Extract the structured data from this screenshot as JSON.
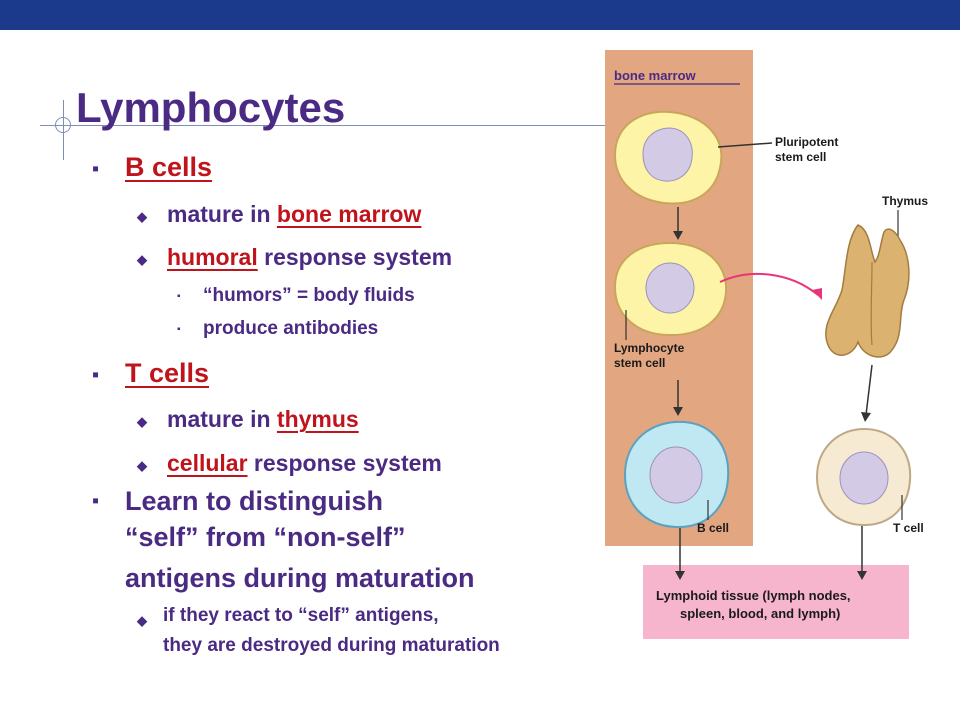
{
  "slide": {
    "title": "Lymphocytes",
    "bullets": {
      "b_cells": "B cells",
      "mature_in_prefix": "mature in ",
      "bone_marrow_link": "bone marrow",
      "humoral_link": "humoral",
      "response_system_suffix": " response system",
      "humors_text": "“humors” = body fluids",
      "antibodies_text": "produce antibodies",
      "t_cells": "T cells",
      "mature_in_prefix_2": "mature in ",
      "thymus_link": "thymus",
      "cellular_link": "cellular",
      "response_system_suffix_2": " response system",
      "learn_line1": "Learn to distinguish",
      "learn_line2": "“self” from “non-self”",
      "learn_line3": "antigens during maturation",
      "react_line1": "if they react to “self” antigens,",
      "react_line2": "they are destroyed during maturation"
    }
  },
  "figure": {
    "top_label": "bone marrow",
    "pluripotent_1": "Pluripotent",
    "pluripotent_2": "stem cell",
    "thymus": "Thymus",
    "lymphocyte_1": "Lymphocyte",
    "lymphocyte_2": "stem cell",
    "b_cell": "B cell",
    "t_cell": "T cell",
    "tissue_1": "Lymphoid tissue (lymph nodes,",
    "tissue_2": "spleen, blood, and lymph)"
  },
  "colors": {
    "title": "#4a2a83",
    "highlight": "#c0141c",
    "header_bar": "#1c3a8c",
    "marrow_panel": "#e2a681",
    "tissue_panel": "#f6b5cc",
    "stem_cell_fill": "#fdf4a7",
    "b_cell_fill": "#bfe8f2",
    "t_cell_fill": "#f6ead3",
    "nucleus": "#d3cae6",
    "arrow_pink": "#e8357a",
    "thymus_fill": "#dcb271"
  }
}
